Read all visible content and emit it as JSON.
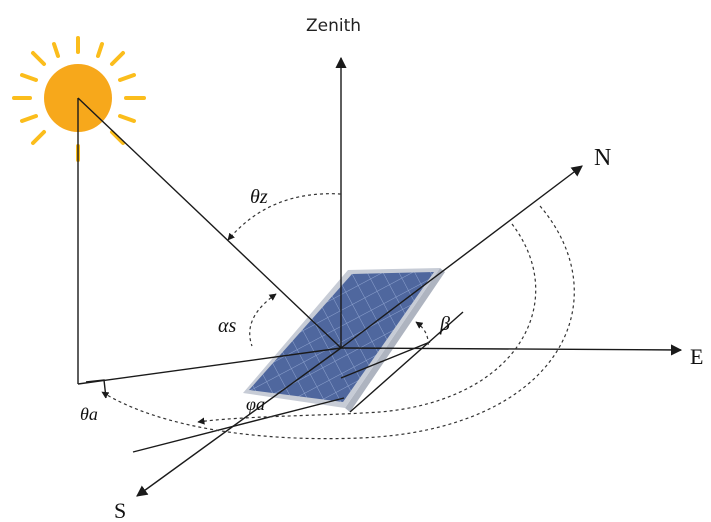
{
  "labels": {
    "zenith": "Zenith",
    "north": "N",
    "east": "E",
    "south": "S",
    "theta_z": "θz",
    "alpha_s": "αs",
    "beta": "β",
    "theta_a": "θa",
    "phi_a": "φa"
  },
  "colors": {
    "sun": "#f7a81b",
    "sun_rays": "#fbbd1c",
    "panel_cell": "#4f679e",
    "panel_frame": "#c7ccd6",
    "panel_grid": "#8ea3cf",
    "line": "#1a1a1a",
    "dashed": "#333333"
  }
}
